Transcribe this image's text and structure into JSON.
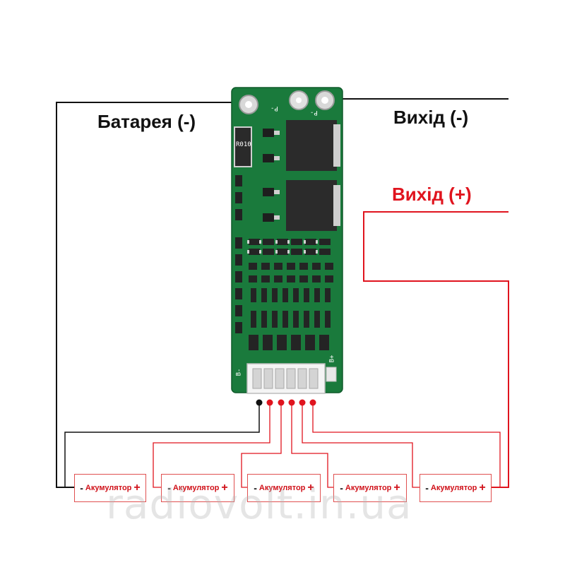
{
  "labels": {
    "battery_minus": "Батарея (-)",
    "output_minus": "Вихід (-)",
    "output_plus": "Вихід (+)"
  },
  "board": {
    "resistor_code": "R010",
    "pad_b_minus": "B-",
    "pad_b_plus": "B+",
    "pad_p_left": "P-",
    "pad_p_right": "P-"
  },
  "cells": [
    {
      "minus": "-",
      "label": "Акумулятор",
      "plus": "+"
    },
    {
      "minus": "-",
      "label": "Акумулятор",
      "plus": "+"
    },
    {
      "minus": "-",
      "label": "Акумулятор",
      "plus": "+"
    },
    {
      "minus": "-",
      "label": "Акумулятор",
      "plus": "+"
    },
    {
      "minus": "-",
      "label": "Акумулятор",
      "plus": "+"
    }
  ],
  "watermark": "radiovolt.in.ua",
  "colors": {
    "pcb": "#1a7a3c",
    "wire_black": "#111111",
    "wire_red": "#e0141e",
    "label_red": "#e0141e"
  }
}
